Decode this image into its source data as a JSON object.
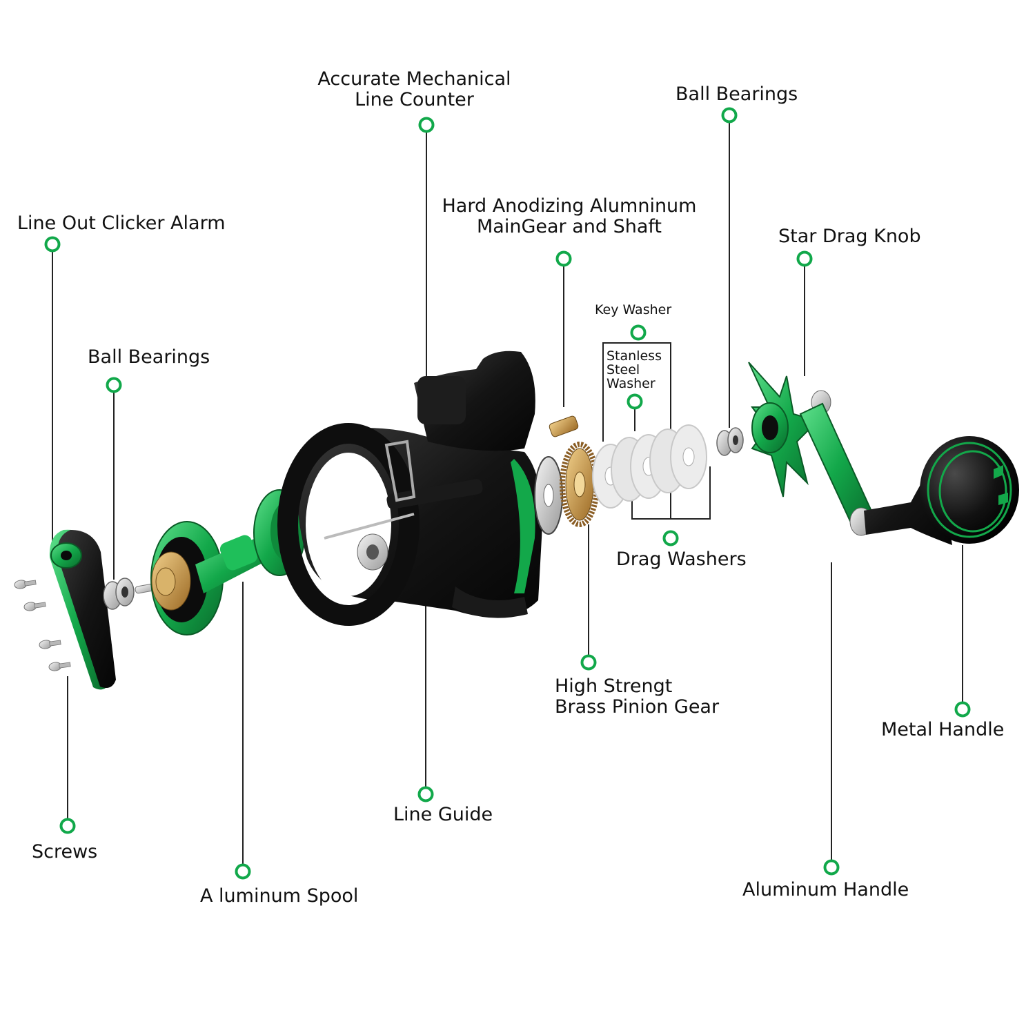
{
  "colors": {
    "accent": "#11a84a",
    "reel_body": "#141414",
    "leader_line": "#222222",
    "brass": "#c99a4e"
  },
  "labels": {
    "line_counter": [
      "Accurate Mechanical",
      "Line Counter"
    ],
    "ball_bearings_top": "Ball Bearings",
    "main_gear": [
      "Hard Anodizing Alumninum",
      "MainGear and Shaft"
    ],
    "line_out_clicker": "Line Out Clicker Alarm",
    "star_drag_knob": "Star Drag Knob",
    "key_washer": "Key Washer",
    "stainless_washer": [
      "Stanless",
      "Steel",
      "Washer"
    ],
    "ball_bearings_left": "Ball Bearings",
    "drag_washers": "Drag Washers",
    "pinion_gear": [
      "High Strengt",
      "Brass Pinion Gear"
    ],
    "metal_handle": "Metal Handle",
    "line_guide": "Line Guide",
    "screws": "Screws",
    "aluminum_handle": "Aluminum Handle",
    "aluminum_spool": "A luminum Spool"
  }
}
